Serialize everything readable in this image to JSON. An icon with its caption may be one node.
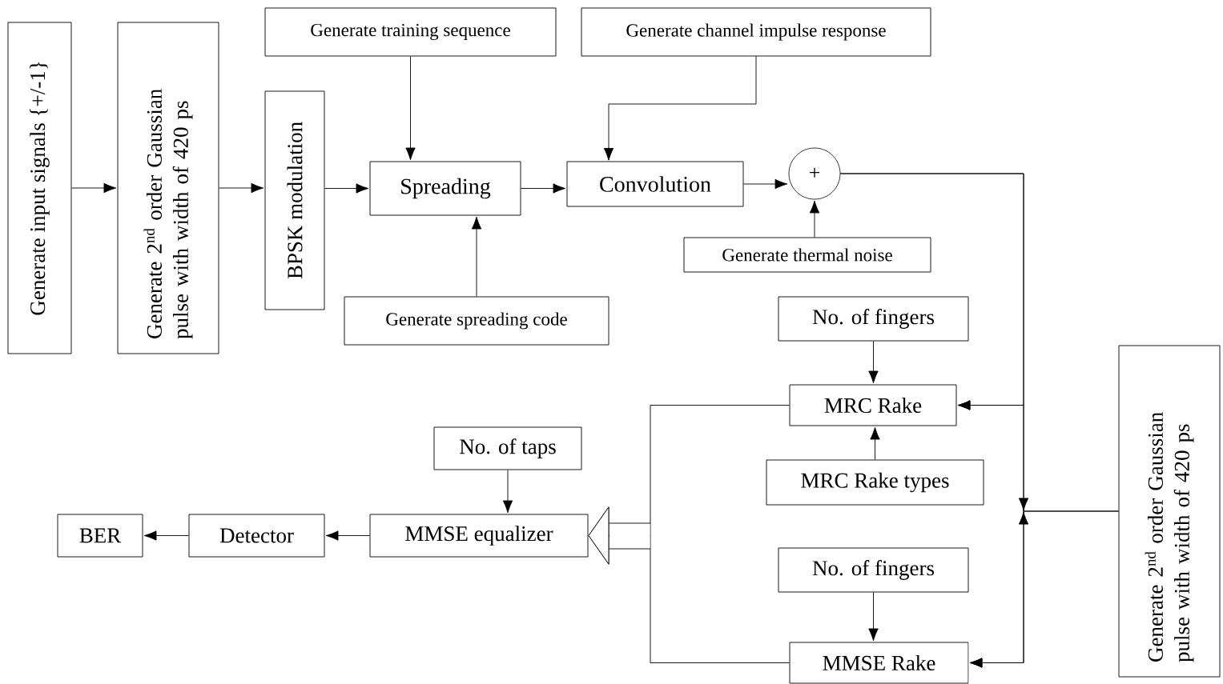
{
  "diagram": {
    "nodes": [
      {
        "text": [
          "Generate input signals {+/-1}"
        ]
      },
      {
        "text": [
          "Generate 2$^{nd}$ order Gaussian pulse with width of 420 ps"
        ]
      },
      {
        "text": [
          "BPSK modulation"
        ]
      },
      {
        "text": [
          "Generate training sequence"
        ]
      },
      {
        "text": [
          "Spreading"
        ]
      },
      {
        "text": [
          "Generate spreading code"
        ]
      },
      {
        "text": [
          "Generate channel impulse response"
        ]
      },
      {
        "text": [
          "Convolution"
        ]
      },
      {
        "text": [
          "+"
        ]
      },
      {
        "text": [
          "Generate thermal noise"
        ]
      },
      {
        "text": [
          "No. of fingers"
        ]
      },
      {
        "text": [
          "MRC Rake"
        ]
      },
      {
        "text": [
          "MRC Rake types"
        ]
      },
      {
        "text": [
          "No. of taps"
        ]
      },
      {
        "text": [
          "MMSE equalizer"
        ]
      },
      {
        "text": [
          "Detector"
        ]
      },
      {
        "text": [
          "BER"
        ]
      },
      {
        "text": [
          "No. of fingers"
        ]
      },
      {
        "text": [
          "MMSE Rake"
        ]
      },
      {
        "text": [
          "Generate 2$^{nd}$ order Gaussian pulse with width of 420 ps"
        ]
      }
    ],
    "edges": [
      {
        "from": 0,
        "to": 1,
        "arrow": "to"
      },
      {
        "from": 1,
        "to": 2,
        "arrow": "to"
      },
      {
        "from": 2,
        "to": 4,
        "arrow": "to"
      },
      {
        "from": 3,
        "to": 4,
        "arrow": "to"
      },
      {
        "from": 5,
        "to": 4,
        "arrow": "to"
      },
      {
        "from": 4,
        "to": 7,
        "arrow": "to"
      },
      {
        "from": 6,
        "to": 7,
        "arrow": "to"
      },
      {
        "from": 7,
        "to": 8,
        "arrow": "to"
      },
      {
        "from": 9,
        "to": 8,
        "arrow": "to"
      },
      {
        "from": 8,
        "to": 11,
        "arrow": "to"
      },
      {
        "from": 8,
        "to": 18,
        "arrow": "to"
      },
      {
        "from": 19,
        "to": 11,
        "arrow": "to"
      },
      {
        "from": 19,
        "to": 18,
        "arrow": "to"
      },
      {
        "from": 10,
        "to": 11,
        "arrow": "to"
      },
      {
        "from": 12,
        "to": 11,
        "arrow": "to"
      },
      {
        "from": 17,
        "to": 18,
        "arrow": "to"
      },
      {
        "from": 11,
        "to": 14,
        "arrow": "to"
      },
      {
        "from": 18,
        "to": 14,
        "arrow": "to"
      },
      {
        "from": 13,
        "to": 14,
        "arrow": "to"
      },
      {
        "from": 14,
        "to": 15,
        "arrow": "to"
      },
      {
        "from": 15,
        "to": 16,
        "arrow": "to"
      }
    ]
  }
}
